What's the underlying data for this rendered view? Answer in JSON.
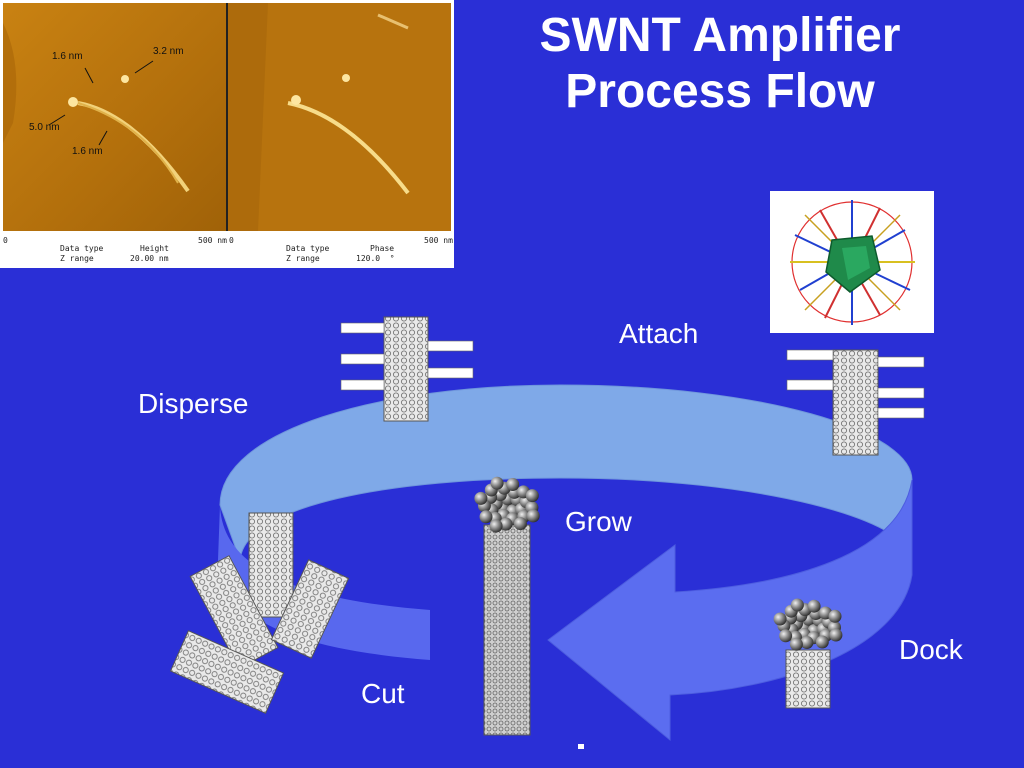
{
  "title": "SWNT Amplifier Process Flow",
  "steps": {
    "attach": "Attach",
    "disperse": "Disperse",
    "grow": "Grow",
    "dock": "Dock",
    "cut": "Cut"
  },
  "afm": {
    "annotations": [
      "1.6 nm",
      "3.2 nm",
      "5.0 nm",
      "1.6 nm"
    ],
    "left_panel": {
      "scale_start": "0",
      "scale_end": "500 nm",
      "data_type_label": "Data type",
      "data_type_value": "Height",
      "z_range_label": "Z range",
      "z_range_value": "20.00 nm"
    },
    "right_panel": {
      "scale_start": "0",
      "scale_end": "500 nm",
      "data_type_label": "Data type",
      "data_type_value": "Phase",
      "z_range_label": "Z range",
      "z_range_value": "120.0  °"
    }
  },
  "colors": {
    "background": "#2a2fd6",
    "cycle_arrow": "#7fa9e8",
    "cycle_arrow_dark": "#5b6df0",
    "afm_brown": "#b8760f"
  }
}
